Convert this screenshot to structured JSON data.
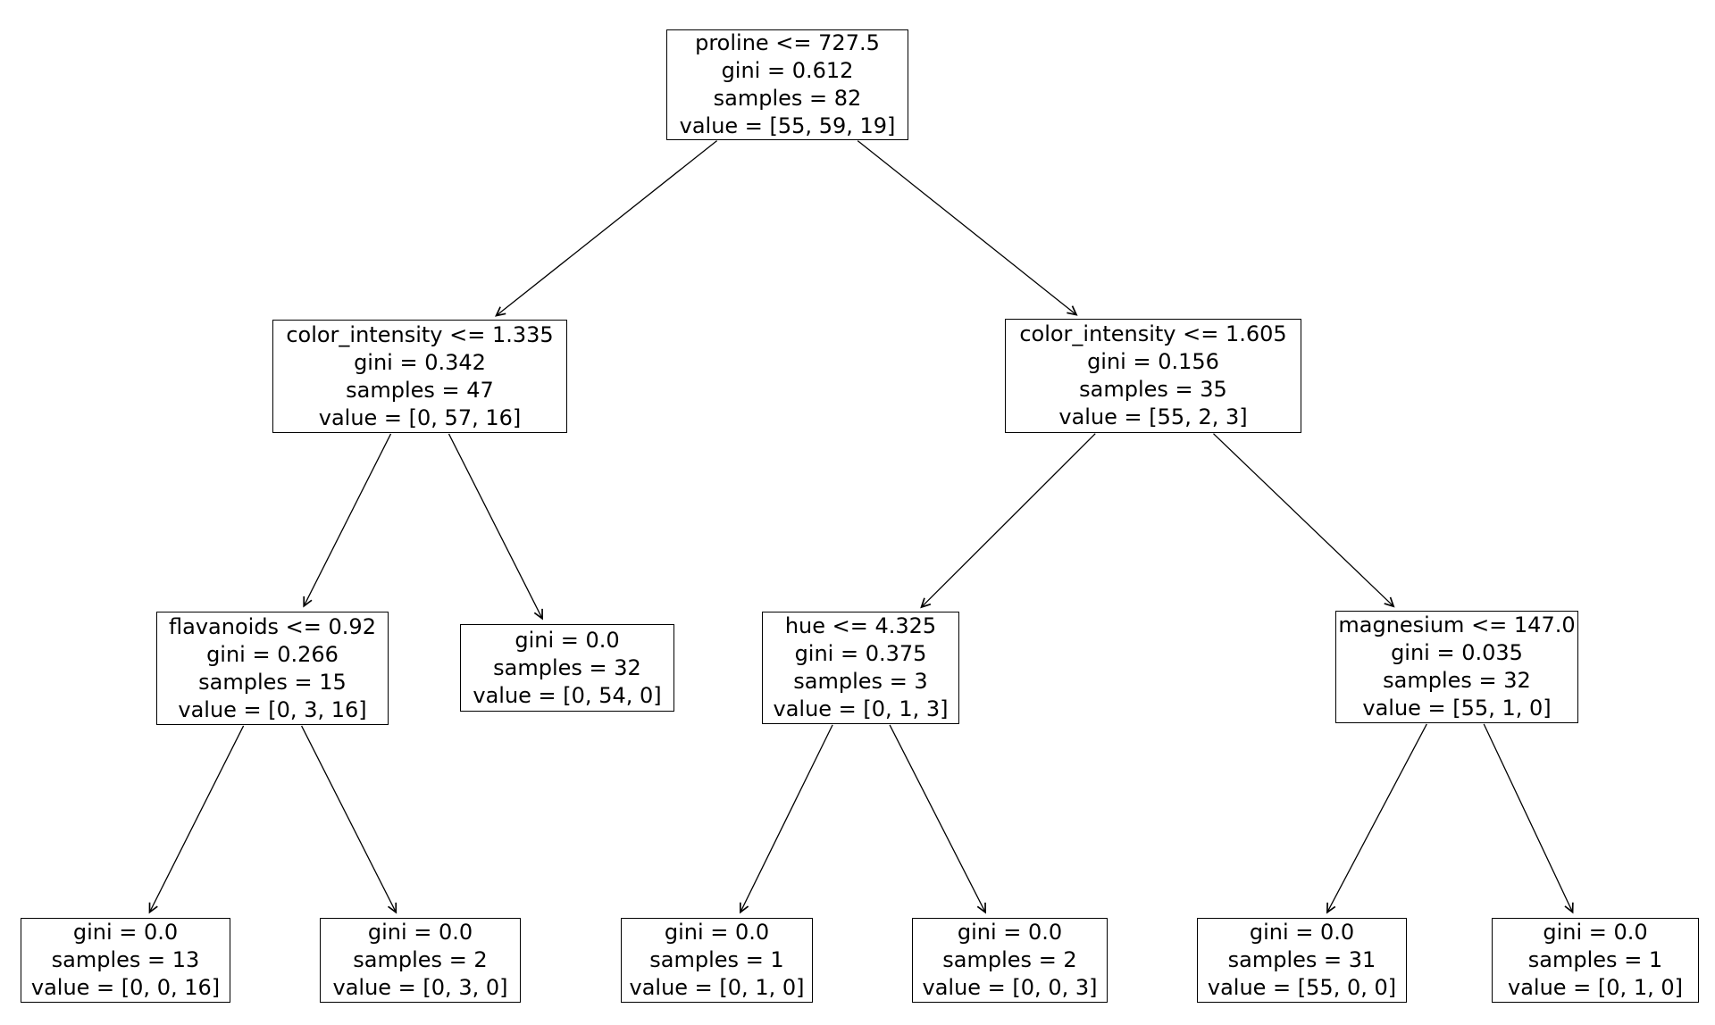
{
  "figure": {
    "background_color": "#ffffff",
    "box_border_color": "#000000",
    "text_color": "#000000",
    "edge_color": "#000000"
  },
  "nodes": {
    "root": {
      "condition": "proline <= 727.5",
      "gini": "gini = 0.612",
      "samples": "samples = 82",
      "value": "value = [55, 59, 19]"
    },
    "ci_left": {
      "condition": "color_intensity <= 1.335",
      "gini": "gini = 0.342",
      "samples": "samples = 47",
      "value": "value = [0, 57, 16]"
    },
    "ci_right": {
      "condition": "color_intensity <= 1.605",
      "gini": "gini = 0.156",
      "samples": "samples = 35",
      "value": "value = [55, 2, 3]"
    },
    "flavanoids": {
      "condition": "flavanoids <= 0.92",
      "gini": "gini = 0.266",
      "samples": "samples = 15",
      "value": "value = [0, 3, 16]"
    },
    "leaf_mid": {
      "gini": "gini = 0.0",
      "samples": "samples = 32",
      "value": "value = [0, 54, 0]"
    },
    "hue": {
      "condition": "hue <= 4.325",
      "gini": "gini = 0.375",
      "samples": "samples = 3",
      "value": "value = [0, 1, 3]"
    },
    "magnesium": {
      "condition": "magnesium <= 147.0",
      "gini": "gini = 0.035",
      "samples": "samples = 32",
      "value": "value = [55, 1, 0]"
    },
    "leaf1": {
      "gini": "gini = 0.0",
      "samples": "samples = 13",
      "value": "value = [0, 0, 16]"
    },
    "leaf2": {
      "gini": "gini = 0.0",
      "samples": "samples = 2",
      "value": "value = [0, 3, 0]"
    },
    "leaf3": {
      "gini": "gini = 0.0",
      "samples": "samples = 1",
      "value": "value = [0, 1, 0]"
    },
    "leaf4": {
      "gini": "gini = 0.0",
      "samples": "samples = 2",
      "value": "value = [0, 0, 3]"
    },
    "leaf5": {
      "gini": "gini = 0.0",
      "samples": "samples = 31",
      "value": "value = [55, 0, 0]"
    },
    "leaf6": {
      "gini": "gini = 0.0",
      "samples": "samples = 1",
      "value": "value = [0, 1, 0]"
    }
  },
  "edges": [
    {
      "from": "root",
      "to": "ci_left"
    },
    {
      "from": "root",
      "to": "ci_right"
    },
    {
      "from": "ci_left",
      "to": "flavanoids"
    },
    {
      "from": "ci_left",
      "to": "leaf_mid"
    },
    {
      "from": "ci_right",
      "to": "hue"
    },
    {
      "from": "ci_right",
      "to": "magnesium"
    },
    {
      "from": "flavanoids",
      "to": "leaf1"
    },
    {
      "from": "flavanoids",
      "to": "leaf2"
    },
    {
      "from": "hue",
      "to": "leaf3"
    },
    {
      "from": "hue",
      "to": "leaf4"
    },
    {
      "from": "magnesium",
      "to": "leaf5"
    },
    {
      "from": "magnesium",
      "to": "leaf6"
    }
  ]
}
